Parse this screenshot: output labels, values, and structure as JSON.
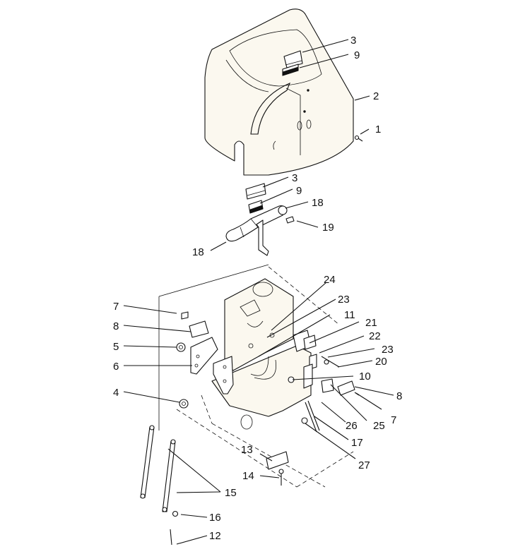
{
  "callouts": [
    {
      "id": "c-3a",
      "text": "3"
    },
    {
      "id": "c-9a",
      "text": "9"
    },
    {
      "id": "c-2",
      "text": "2"
    },
    {
      "id": "c-1",
      "text": "1"
    },
    {
      "id": "c-3b",
      "text": "3"
    },
    {
      "id": "c-9b",
      "text": "9"
    },
    {
      "id": "c-18a",
      "text": "18"
    },
    {
      "id": "c-19",
      "text": "19"
    },
    {
      "id": "c-18b",
      "text": "18"
    },
    {
      "id": "c-24",
      "text": "24"
    },
    {
      "id": "c-23a",
      "text": "23"
    },
    {
      "id": "c-7a",
      "text": "7"
    },
    {
      "id": "c-11",
      "text": "11"
    },
    {
      "id": "c-21",
      "text": "21"
    },
    {
      "id": "c-8a",
      "text": "8"
    },
    {
      "id": "c-22",
      "text": "22"
    },
    {
      "id": "c-5",
      "text": "5"
    },
    {
      "id": "c-23b",
      "text": "23"
    },
    {
      "id": "c-20",
      "text": "20"
    },
    {
      "id": "c-6",
      "text": "6"
    },
    {
      "id": "c-10",
      "text": "10"
    },
    {
      "id": "c-4",
      "text": "4"
    },
    {
      "id": "c-8b",
      "text": "8"
    },
    {
      "id": "c-26",
      "text": "26"
    },
    {
      "id": "c-25",
      "text": "25"
    },
    {
      "id": "c-7b",
      "text": "7"
    },
    {
      "id": "c-17",
      "text": "17"
    },
    {
      "id": "c-27",
      "text": "27"
    },
    {
      "id": "c-13",
      "text": "13"
    },
    {
      "id": "c-14",
      "text": "14"
    },
    {
      "id": "c-15",
      "text": "15"
    },
    {
      "id": "c-16",
      "text": "16"
    },
    {
      "id": "c-12",
      "text": "12"
    }
  ]
}
